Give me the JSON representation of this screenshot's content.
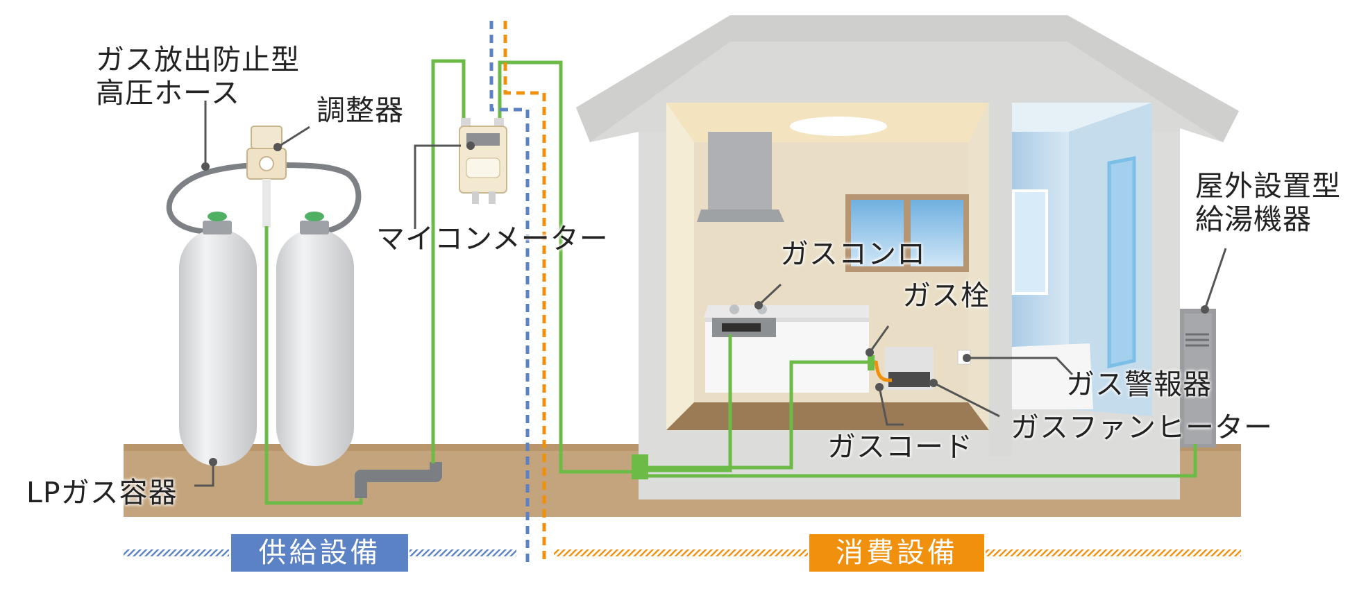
{
  "labels": {
    "hose": [
      "ガス放出防止型",
      "高圧ホース"
    ],
    "regulator": "調整器",
    "lp_container": "LPガス容器",
    "micom_meter": "マイコンメーター",
    "gas_stove": "ガスコンロ",
    "gas_tap": "ガス栓",
    "gas_cord": "ガスコード",
    "gas_alarm": "ガス警報器",
    "gas_fan_heater": "ガスファンヒーター",
    "outdoor_heater": [
      "屋外設置型",
      "給湯機器"
    ]
  },
  "sections": {
    "supply": "供給設備",
    "consumption": "消費設備"
  },
  "colors": {
    "supply_band": "#5b82c4",
    "consumption_band": "#f0900c",
    "gas_line": "#6dbb47",
    "ground": "#c4a47c",
    "house_wall": "#d7d7d5"
  }
}
